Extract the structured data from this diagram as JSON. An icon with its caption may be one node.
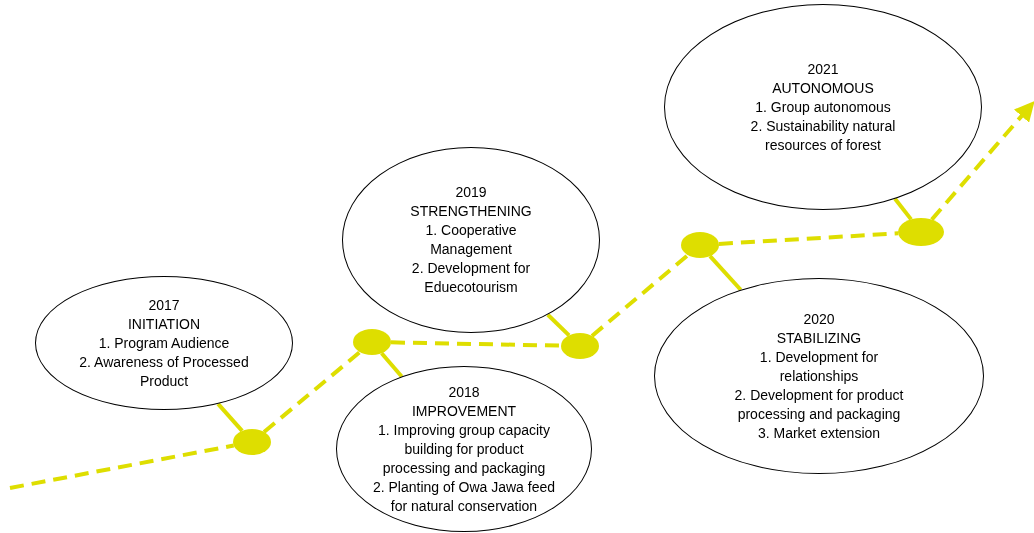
{
  "diagram": {
    "nodes": [
      {
        "text": [
          "2017",
          "INITIATION",
          "1. Program Audience",
          "2. Awareness of Processed Product"
        ]
      },
      {
        "text": [
          "2018",
          "IMPROVEMENT",
          "1. Improving group capacity building for product processing and packaging",
          "2. Planting of Owa Jawa feed for natural conservation"
        ]
      },
      {
        "text": [
          "2019",
          "STRENGTHENING",
          "1. Cooperative Management",
          "2. Development for Eduecotourism"
        ]
      },
      {
        "text": [
          "2020",
          "STABILIZING",
          "1. Development for relationships",
          "2. Development for product processing and packaging",
          "3. Market extension"
        ]
      },
      {
        "text": [
          "2021",
          "AUTONOMOUS",
          "1. Group autonomous",
          "2. Sustainability natural resources of forest"
        ]
      },
      {
        "text": [],
        "shape": "circle"
      },
      {
        "text": [],
        "shape": "circle"
      },
      {
        "text": [],
        "shape": "circle"
      },
      {
        "text": [],
        "shape": "circle"
      },
      {
        "text": [],
        "shape": "circle"
      }
    ],
    "edges": [
      {
        "from": null,
        "to": 5,
        "arrow": "none",
        "style": "dashed"
      },
      {
        "from": 5,
        "to": 6,
        "arrow": "none",
        "style": "dashed"
      },
      {
        "from": 6,
        "to": 7,
        "arrow": "none",
        "style": "dashed"
      },
      {
        "from": 7,
        "to": 8,
        "arrow": "none",
        "style": "dashed"
      },
      {
        "from": 8,
        "to": 9,
        "arrow": "none",
        "style": "dashed"
      },
      {
        "from": 9,
        "to": null,
        "arrow": "to",
        "style": "dashed"
      },
      {
        "from": 5,
        "to": 0,
        "arrow": "none"
      },
      {
        "from": 6,
        "to": 1,
        "arrow": "none"
      },
      {
        "from": 7,
        "to": 2,
        "arrow": "none"
      },
      {
        "from": 8,
        "to": 3,
        "arrow": "none"
      },
      {
        "from": 9,
        "to": 4,
        "arrow": "none"
      }
    ]
  }
}
